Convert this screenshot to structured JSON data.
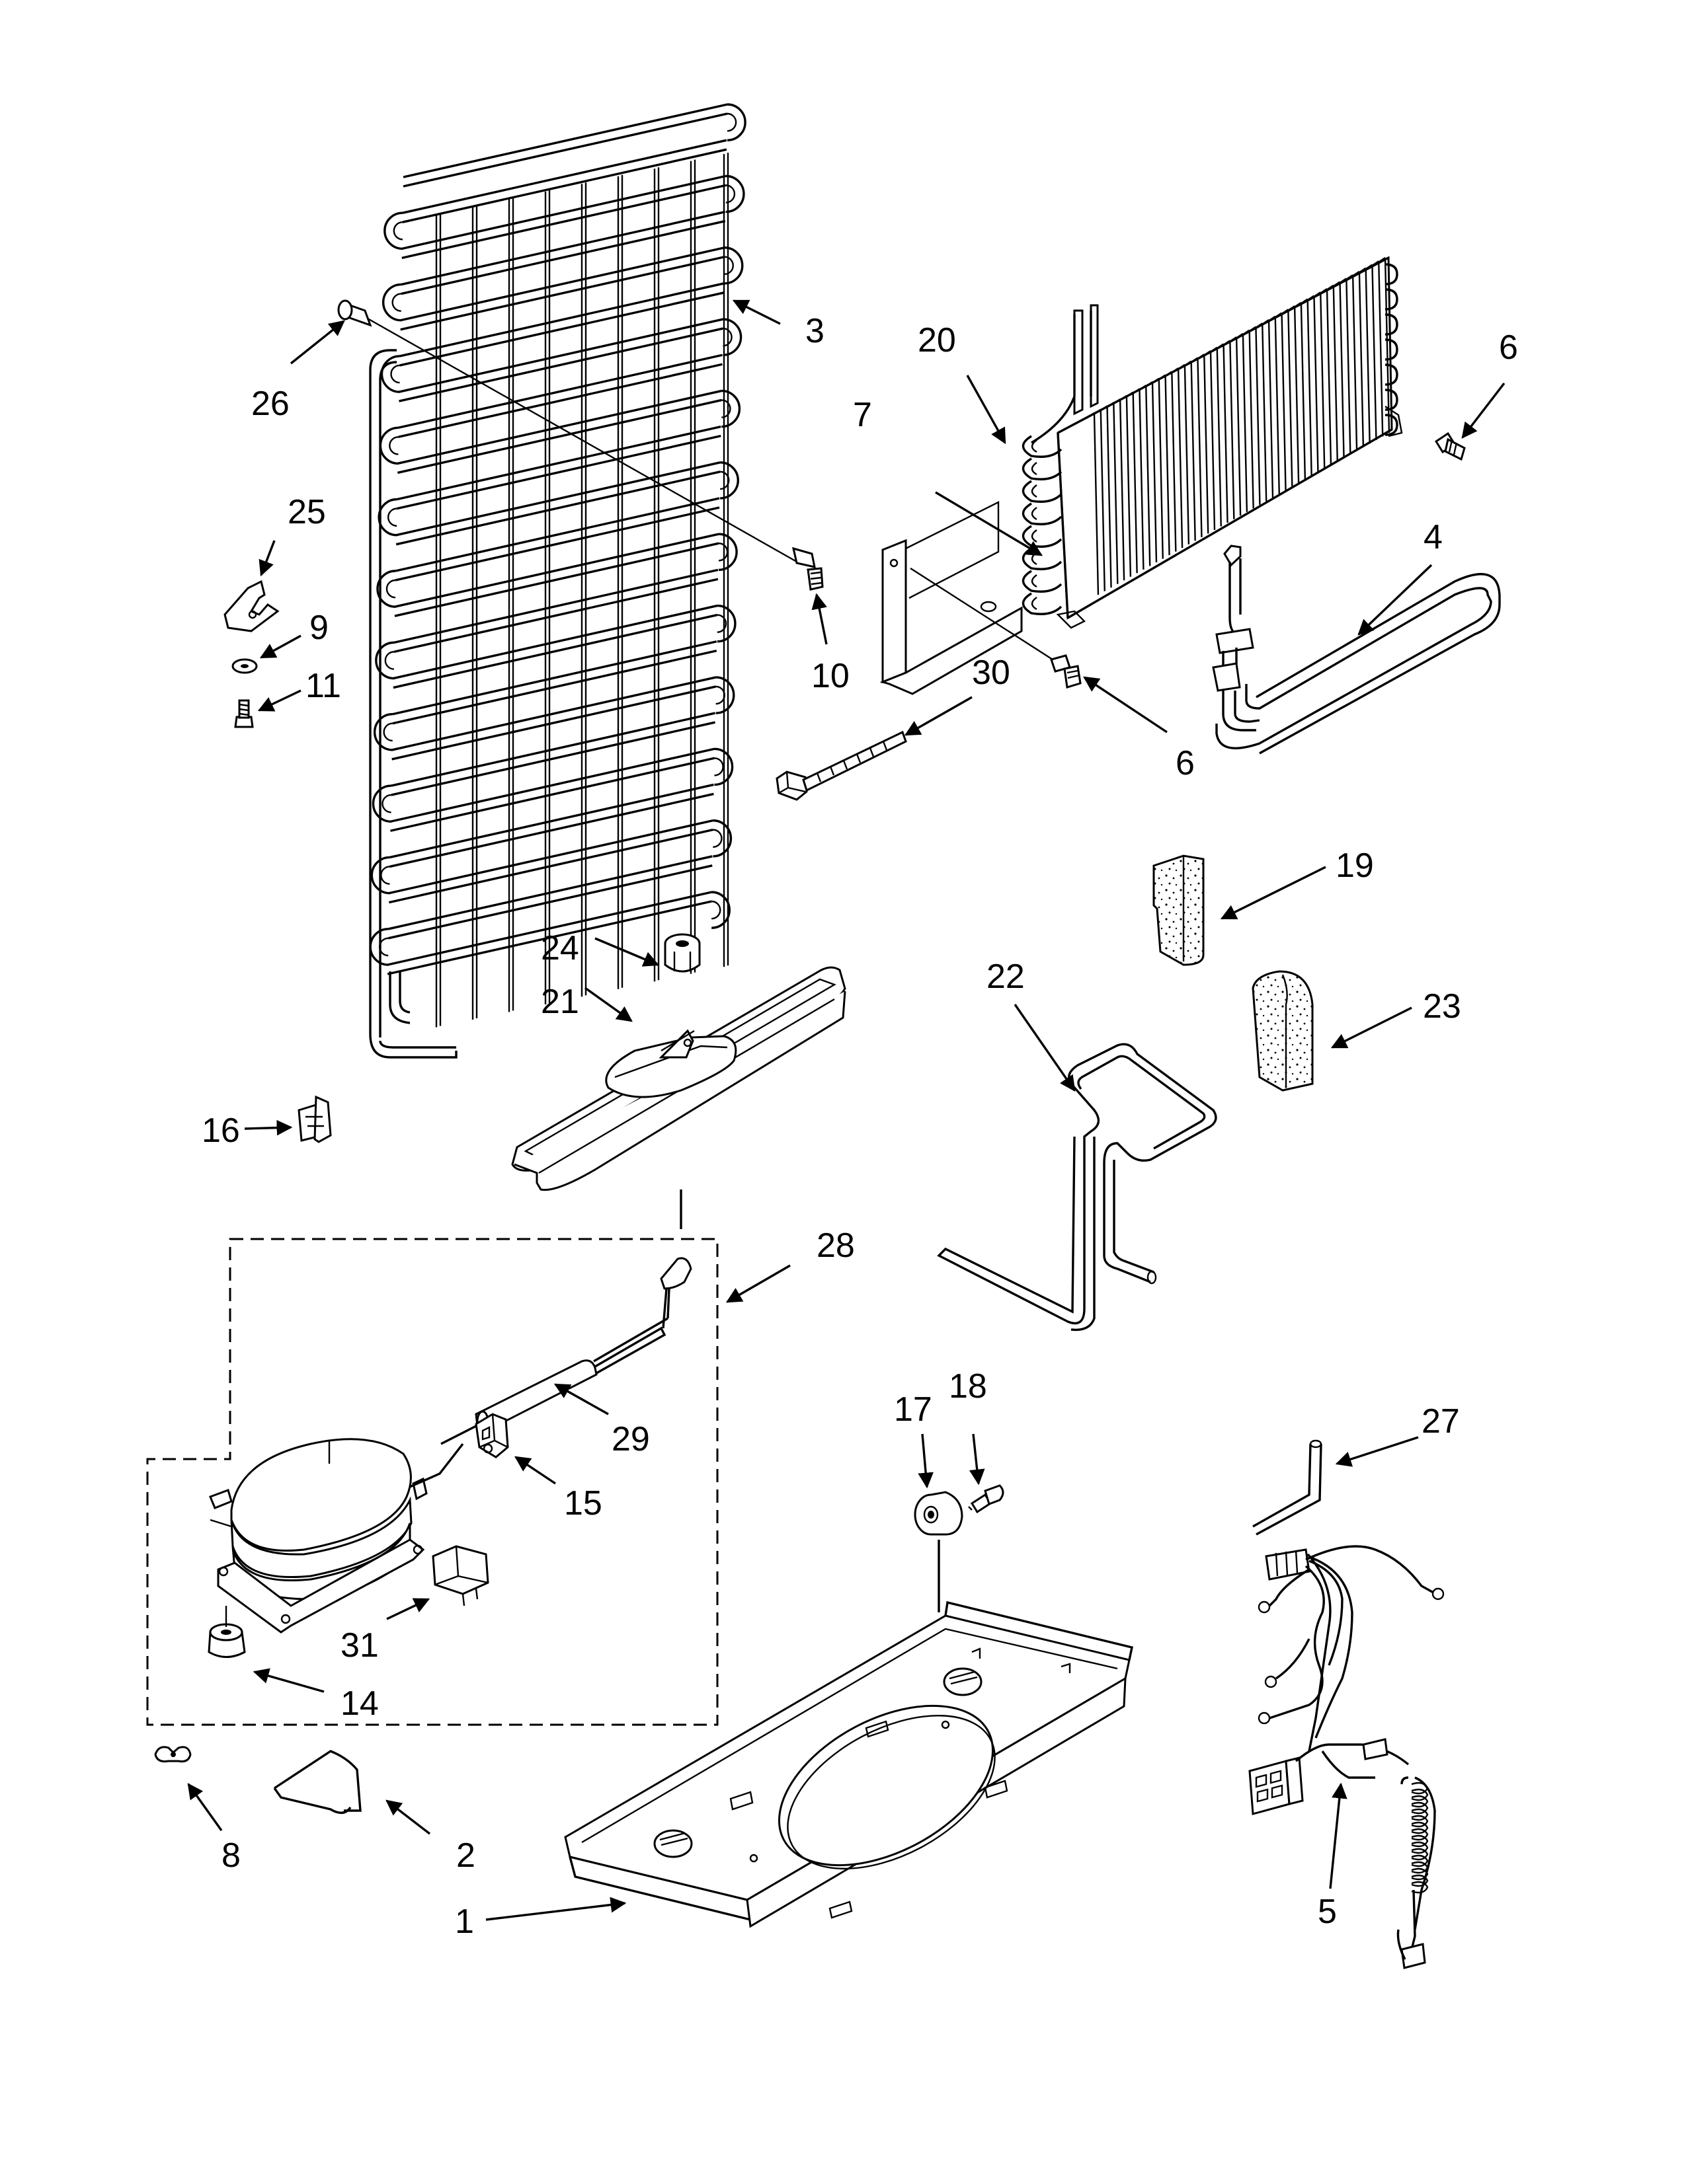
{
  "diagram": {
    "parts": [
      {
        "id": "p1",
        "number": "1"
      },
      {
        "id": "p2",
        "number": "2"
      },
      {
        "id": "p3",
        "number": "3"
      },
      {
        "id": "p4",
        "number": "4"
      },
      {
        "id": "p5",
        "number": "5"
      },
      {
        "id": "p6a",
        "number": "6"
      },
      {
        "id": "p6b",
        "number": "6"
      },
      {
        "id": "p7",
        "number": "7"
      },
      {
        "id": "p8",
        "number": "8"
      },
      {
        "id": "p9",
        "number": "9"
      },
      {
        "id": "p10",
        "number": "10"
      },
      {
        "id": "p11",
        "number": "11"
      },
      {
        "id": "p14",
        "number": "14"
      },
      {
        "id": "p15",
        "number": "15"
      },
      {
        "id": "p16",
        "number": "16"
      },
      {
        "id": "p17",
        "number": "17"
      },
      {
        "id": "p18",
        "number": "18"
      },
      {
        "id": "p19",
        "number": "19"
      },
      {
        "id": "p20",
        "number": "20"
      },
      {
        "id": "p21",
        "number": "21"
      },
      {
        "id": "p22",
        "number": "22"
      },
      {
        "id": "p23",
        "number": "23"
      },
      {
        "id": "p24",
        "number": "24"
      },
      {
        "id": "p25",
        "number": "25"
      },
      {
        "id": "p26",
        "number": "26"
      },
      {
        "id": "p27",
        "number": "27"
      },
      {
        "id": "p28",
        "number": "28"
      },
      {
        "id": "p29",
        "number": "29"
      },
      {
        "id": "p30",
        "number": "30"
      },
      {
        "id": "p31",
        "number": "31"
      }
    ]
  }
}
